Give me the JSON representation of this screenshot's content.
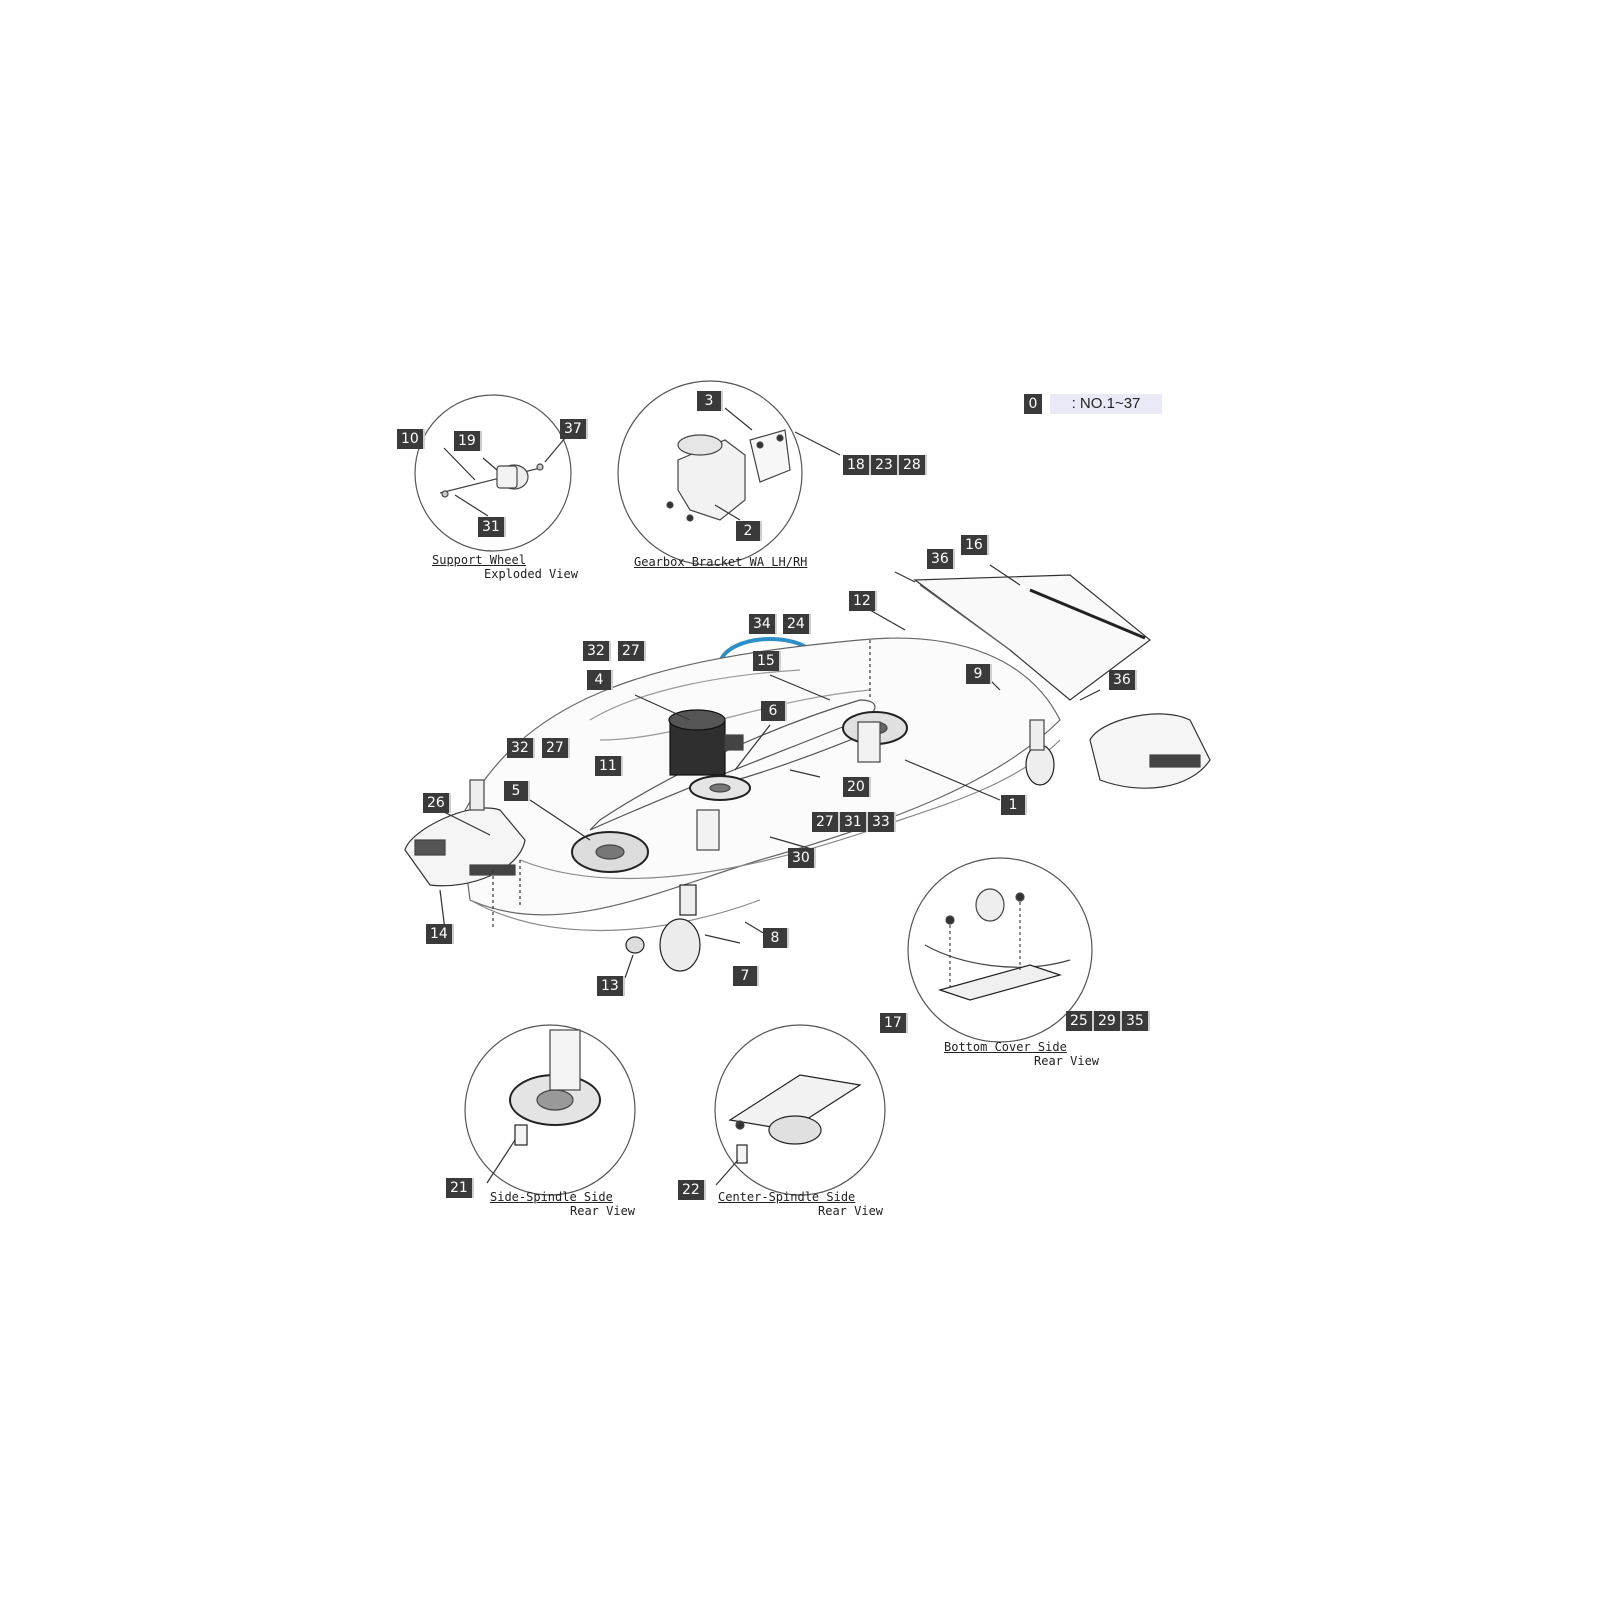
{
  "legend": {
    "key": "0",
    "text": ": NO.1~37"
  },
  "highlight_color": "#2e8fc8",
  "insets": {
    "support_wheel": {
      "title": "Support Wheel",
      "subtitle": "Exploded View"
    },
    "gearbox_bracket": {
      "title": "Gearbox Bracket WA LH/RH",
      "subtitle": ""
    },
    "bottom_cover": {
      "title": "Bottom Cover Side",
      "subtitle": "Rear View"
    },
    "side_spindle": {
      "title": "Side-Spindle Side",
      "subtitle": "Rear View"
    },
    "center_spindle": {
      "title": "Center-Spindle Side",
      "subtitle": "Rear View"
    }
  },
  "callouts": {
    "c10": "10",
    "c19": "19",
    "c37": "37",
    "c31a": "31",
    "c3": "3",
    "c2": "2",
    "c18": "18",
    "c23": "23",
    "c28": "28",
    "c16": "16",
    "c36a": "36",
    "c36b": "36",
    "c12": "12",
    "c34": "34",
    "c24": "24",
    "c15": "15",
    "c9": "9",
    "c32a": "32",
    "c27a": "27",
    "c4": "4",
    "c6": "6",
    "c32b": "32",
    "c27b": "27",
    "c11": "11",
    "c26": "26",
    "c5": "5",
    "c20": "20",
    "c1": "1",
    "c27c": "27",
    "c31b": "31",
    "c33": "33",
    "c30": "30",
    "c14": "14",
    "c8": "8",
    "c7": "7",
    "c13": "13",
    "c17": "17",
    "c25": "25",
    "c29": "29",
    "c35": "35",
    "c21": "21",
    "c22": "22"
  }
}
